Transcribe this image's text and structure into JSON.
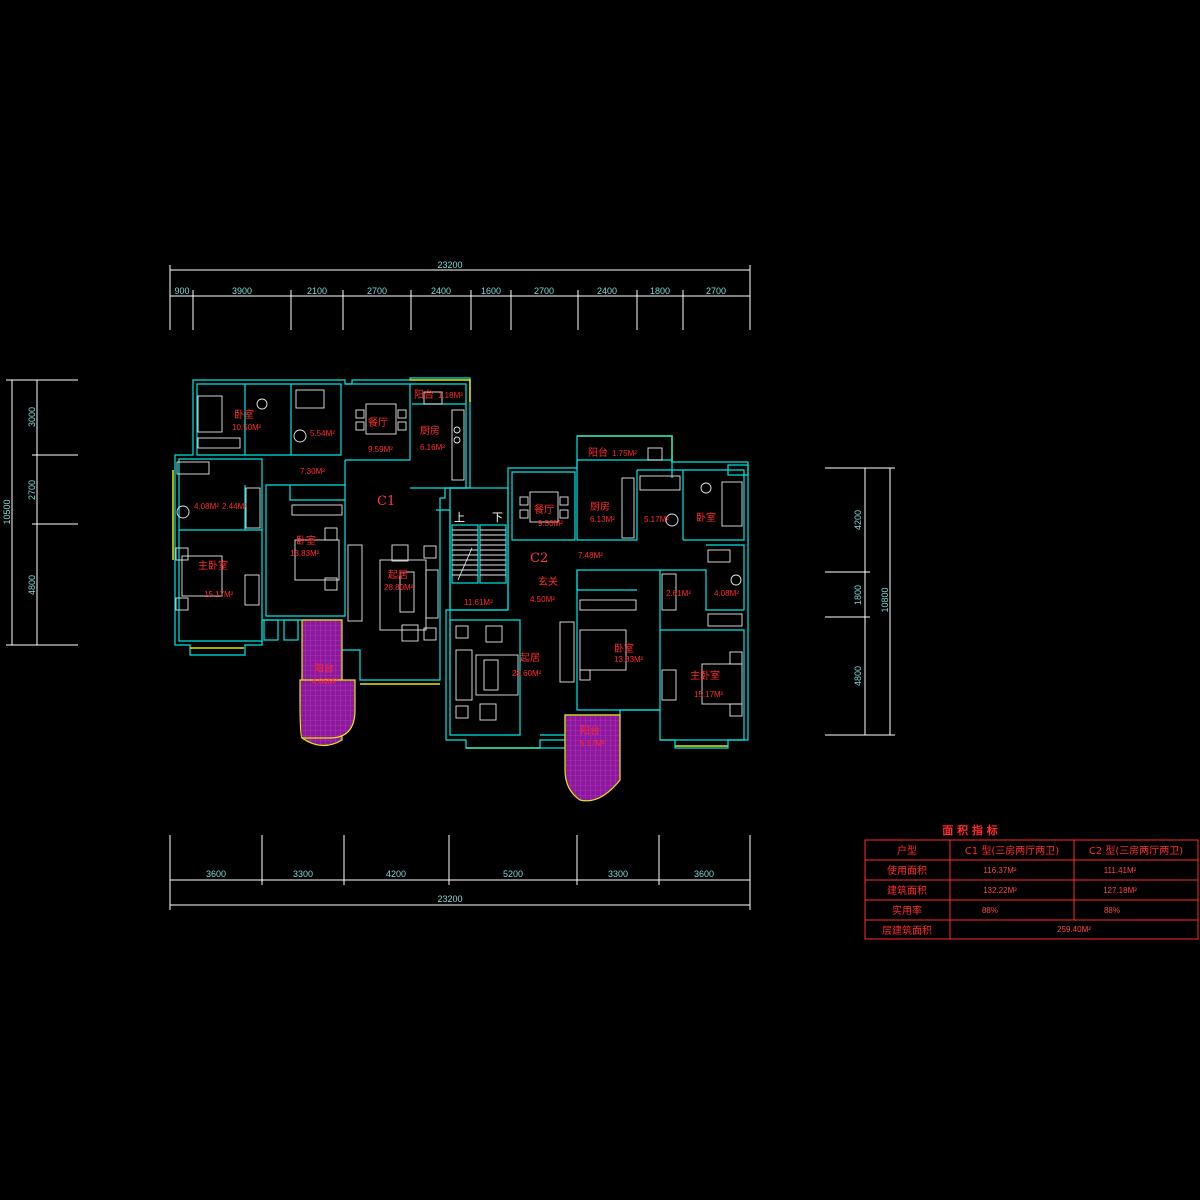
{
  "top_dims": {
    "total": "23200",
    "segments": [
      "900",
      "3900",
      "2100",
      "2700",
      "2400",
      "1600",
      "2700",
      "2400",
      "1800",
      "2700"
    ]
  },
  "bottom_dims": {
    "segments": [
      "3600",
      "3300",
      "4200",
      "5200",
      "3300",
      "3600"
    ],
    "total": "23200"
  },
  "left_dims": {
    "total": "10500",
    "segments": [
      "3000",
      "2700",
      "4800"
    ]
  },
  "right_dims": {
    "total": "10800",
    "segments": [
      "4200",
      "1800",
      "4800"
    ]
  },
  "units": {
    "c1": "C1",
    "c2": "C2"
  },
  "stairs": {
    "up": "上",
    "down": "下"
  },
  "rooms": {
    "c1_bedroom_top": {
      "name": "卧室",
      "area": "10.50M²"
    },
    "c1_bath_top": {
      "area": "5.54M²"
    },
    "c1_dining": {
      "name": "餐厅",
      "area": "9.59M²"
    },
    "c1_balcony": {
      "name": "阳台",
      "area": "1.18M²"
    },
    "c1_kitchen": {
      "name": "厨房",
      "area": "6.16M²"
    },
    "c1_hall": {
      "area": "7.30M²"
    },
    "c1_bath_left": {
      "area": "4.08M²"
    },
    "c1_closet": {
      "area": "2.44M²"
    },
    "c1_master": {
      "name": "主卧室",
      "area": "15.17M²"
    },
    "c1_bedroom_mid": {
      "name": "卧室",
      "area": "13.83M²"
    },
    "c1_living": {
      "name": "起居",
      "area": "28.80M²"
    },
    "c1_terrace": {
      "name": "阳台",
      "area": "4.86M²"
    },
    "stair_area": {
      "area": "11.61M²"
    },
    "c2_balcony": {
      "name": "阳台",
      "area": "1.75M²"
    },
    "c2_dining": {
      "name": "餐厅",
      "area": "9.50M²"
    },
    "c2_kitchen": {
      "name": "厨房",
      "area": "6.13M²"
    },
    "c2_bath_top": {
      "area": "5.17M²"
    },
    "c2_bedroom_top": {
      "name": "卧室",
      "area": ""
    },
    "c2_hall": {
      "area": "7.48M²"
    },
    "c2_foyer": {
      "name": "玄关",
      "area": "4.50M²"
    },
    "c2_closet": {
      "area": "2.61M²"
    },
    "c2_bath_right": {
      "area": "4.08M²"
    },
    "c2_living": {
      "name": "起居",
      "area": "28.60M²"
    },
    "c2_bedroom_mid": {
      "name": "卧室",
      "area": "13.83M²"
    },
    "c2_master": {
      "name": "主卧室",
      "area": "15.17M²"
    },
    "c2_terrace": {
      "name": "阳台",
      "area": "5.17M²"
    }
  },
  "area_table": {
    "title": "面 积 指 标",
    "headers": [
      "户型",
      "C1 型(三房两厅两卫)",
      "C2 型(三房两厅两卫)"
    ],
    "rows": [
      {
        "label": "使用面积",
        "c1": "116.37M²",
        "c2": "111.41M²"
      },
      {
        "label": "建筑面积",
        "c1": "132.22M²",
        "c2": "127.18M²"
      },
      {
        "label": "实用率",
        "c1": "88%",
        "c2": "88%"
      }
    ],
    "total_label": "层建筑面积",
    "total_value": "259.40M²"
  }
}
